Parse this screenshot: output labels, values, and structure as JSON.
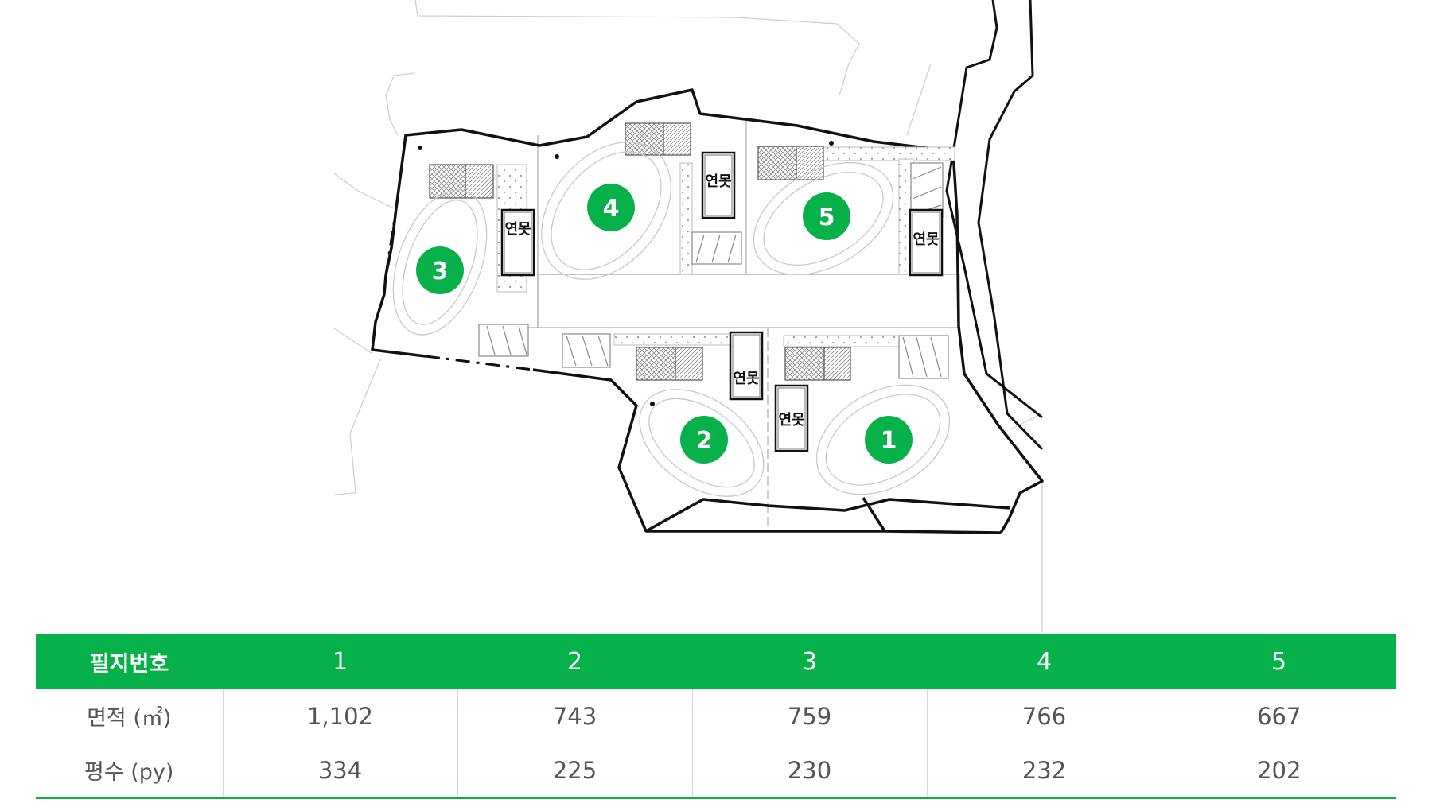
{
  "colors": {
    "accent": "#07b14a",
    "boundary": "#111111",
    "contour": "#cccccc",
    "text_muted": "#555555"
  },
  "site_plan": {
    "lots": [
      {
        "number": "1"
      },
      {
        "number": "2"
      },
      {
        "number": "3"
      },
      {
        "number": "4"
      },
      {
        "number": "5"
      }
    ],
    "pond_label": "연못"
  },
  "table": {
    "header": {
      "label": "필지번호",
      "columns": [
        "1",
        "2",
        "3",
        "4",
        "5"
      ]
    },
    "rows": [
      {
        "label": "면적 (㎡)",
        "values": [
          "1,102",
          "743",
          "759",
          "766",
          "667"
        ]
      },
      {
        "label": "평수 (py)",
        "values": [
          "334",
          "225",
          "230",
          "232",
          "202"
        ]
      }
    ]
  }
}
